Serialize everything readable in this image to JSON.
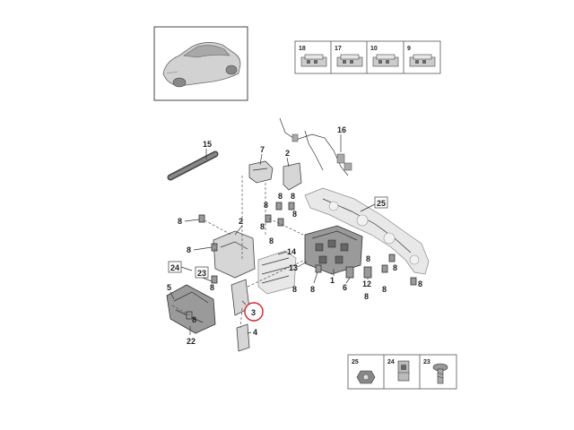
{
  "legend_top": [
    {
      "num": "18"
    },
    {
      "num": "17"
    },
    {
      "num": "10"
    },
    {
      "num": "9"
    }
  ],
  "legend_bottom": [
    {
      "num": "25"
    },
    {
      "num": "24"
    },
    {
      "num": "23"
    }
  ],
  "callouts": {
    "c15": "15",
    "c7": "7",
    "c2a": "2",
    "c16": "16",
    "c25": "25",
    "c8a": "8",
    "c2b": "2",
    "c8b": "8",
    "c8c": "8",
    "c8d": "8",
    "c8e": "8",
    "c8f": "8",
    "c24": "24",
    "c23": "23",
    "c5": "5",
    "c8g": "8",
    "c14": "14",
    "c13": "13",
    "c8h": "8",
    "c8i": "8",
    "c1": "1",
    "c6": "6",
    "c12": "12",
    "c8j": "8",
    "c8k": "8",
    "c8l": "8",
    "c8m": "8",
    "c8n": "8",
    "c3": "3",
    "c22": "22",
    "c4": "4",
    "c8o": "8",
    "c8p": "8",
    "c8q": "8"
  },
  "highlight": {
    "label": "3",
    "color": "#d9252a"
  }
}
